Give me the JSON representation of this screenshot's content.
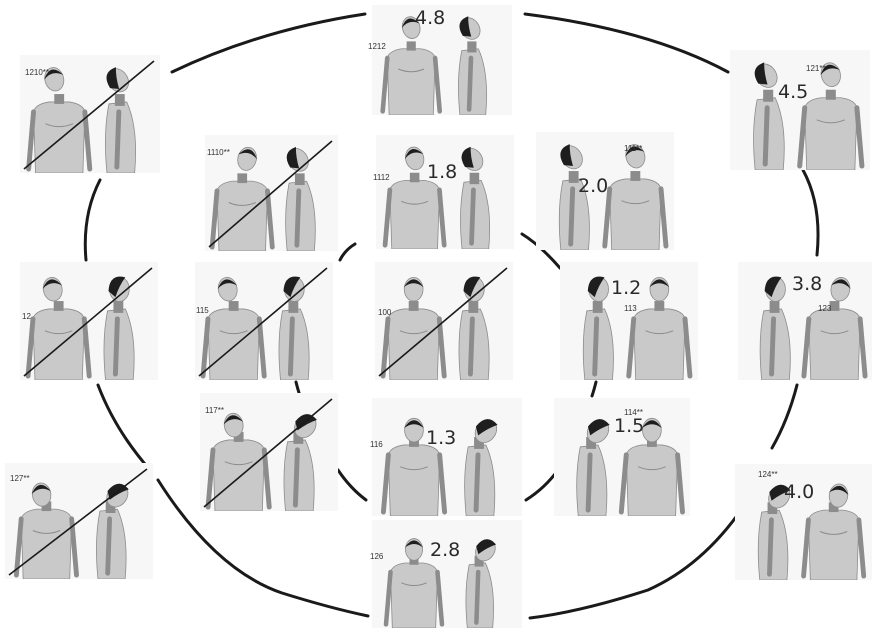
{
  "colors": {
    "line": "#1a1a1a",
    "skin_light": "#c9c9c9",
    "skin_dark": "#8c8c8c",
    "hair": "#1e1e1e",
    "backdrop": "#f7f7f7"
  },
  "panels": [
    {
      "id": "1210**",
      "value": "",
      "crossed": true,
      "front_pose": "up-left",
      "side_pose": "up"
    },
    {
      "id": "1212",
      "value": "4.8",
      "crossed": false,
      "front_pose": "up",
      "side_pose": "up"
    },
    {
      "id": "121**",
      "value": "4.5",
      "crossed": false,
      "front_pose": "up",
      "side_pose": "up",
      "side_first": true
    },
    {
      "id": "1110**",
      "value": "",
      "crossed": true,
      "front_pose": "up-right",
      "side_pose": "up"
    },
    {
      "id": "1112",
      "value": "1.8",
      "crossed": false,
      "front_pose": "up",
      "side_pose": "up"
    },
    {
      "id": "111**",
      "value": "2.0",
      "crossed": false,
      "front_pose": "up",
      "side_pose": "up",
      "side_first": true
    },
    {
      "id": "12",
      "value": "",
      "crossed": true,
      "front_pose": "left",
      "side_pose": "level"
    },
    {
      "id": "115",
      "value": "",
      "crossed": true,
      "front_pose": "left",
      "side_pose": "level"
    },
    {
      "id": "100",
      "value": "",
      "crossed": true,
      "front_pose": "level",
      "side_pose": "level"
    },
    {
      "id": "113",
      "value": "1.2",
      "crossed": false,
      "front_pose": "level",
      "side_pose": "level",
      "side_first": true
    },
    {
      "id": "123",
      "value": "3.8",
      "crossed": false,
      "front_pose": "right",
      "side_pose": "level",
      "side_first": true
    },
    {
      "id": "127**",
      "value": "",
      "crossed": true,
      "front_pose": "down-left",
      "side_pose": "down"
    },
    {
      "id": "117**",
      "value": "",
      "crossed": true,
      "front_pose": "down-left",
      "side_pose": "down"
    },
    {
      "id": "116",
      "value": "1.3",
      "crossed": false,
      "front_pose": "down",
      "side_pose": "down"
    },
    {
      "id": "114**",
      "value": "1.5",
      "crossed": false,
      "front_pose": "down",
      "side_pose": "down",
      "side_first": true
    },
    {
      "id": "124**",
      "value": "4.0",
      "crossed": false,
      "front_pose": "down-right",
      "side_pose": "down",
      "side_first": true
    },
    {
      "id": "126",
      "value": "2.8",
      "crossed": false,
      "front_pose": "down",
      "side_pose": "down"
    }
  ]
}
